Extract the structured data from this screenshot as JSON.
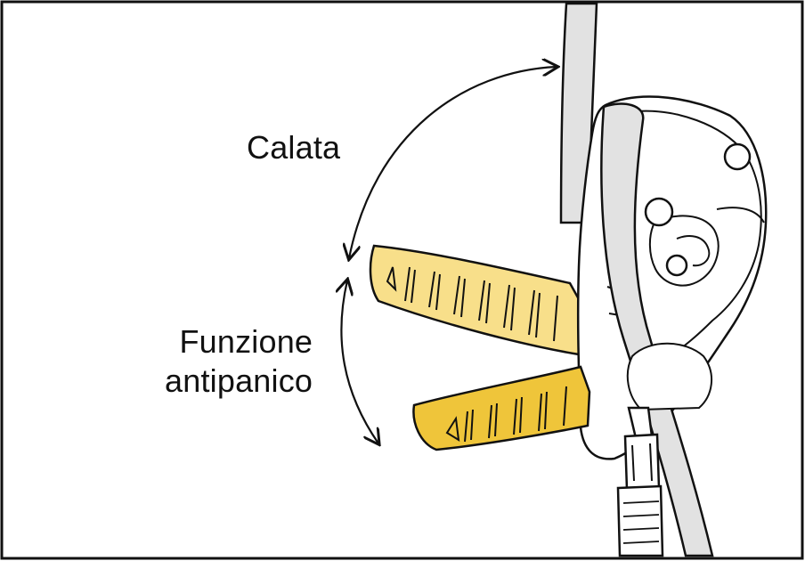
{
  "labels": {
    "lowering": "Calata",
    "antipanic_line1": "Funzione",
    "antipanic_line2": "antipanico"
  },
  "colors": {
    "outline": "#111111",
    "rope": "#e2e2e2",
    "handle_light": "#f8df8a",
    "handle_dark": "#efc53a",
    "device": "#ffffff",
    "border": "#111111"
  },
  "icons": {
    "lowering_arrow": "curved-double-arrow",
    "antipanic_arrow": "curved-double-arrow"
  }
}
